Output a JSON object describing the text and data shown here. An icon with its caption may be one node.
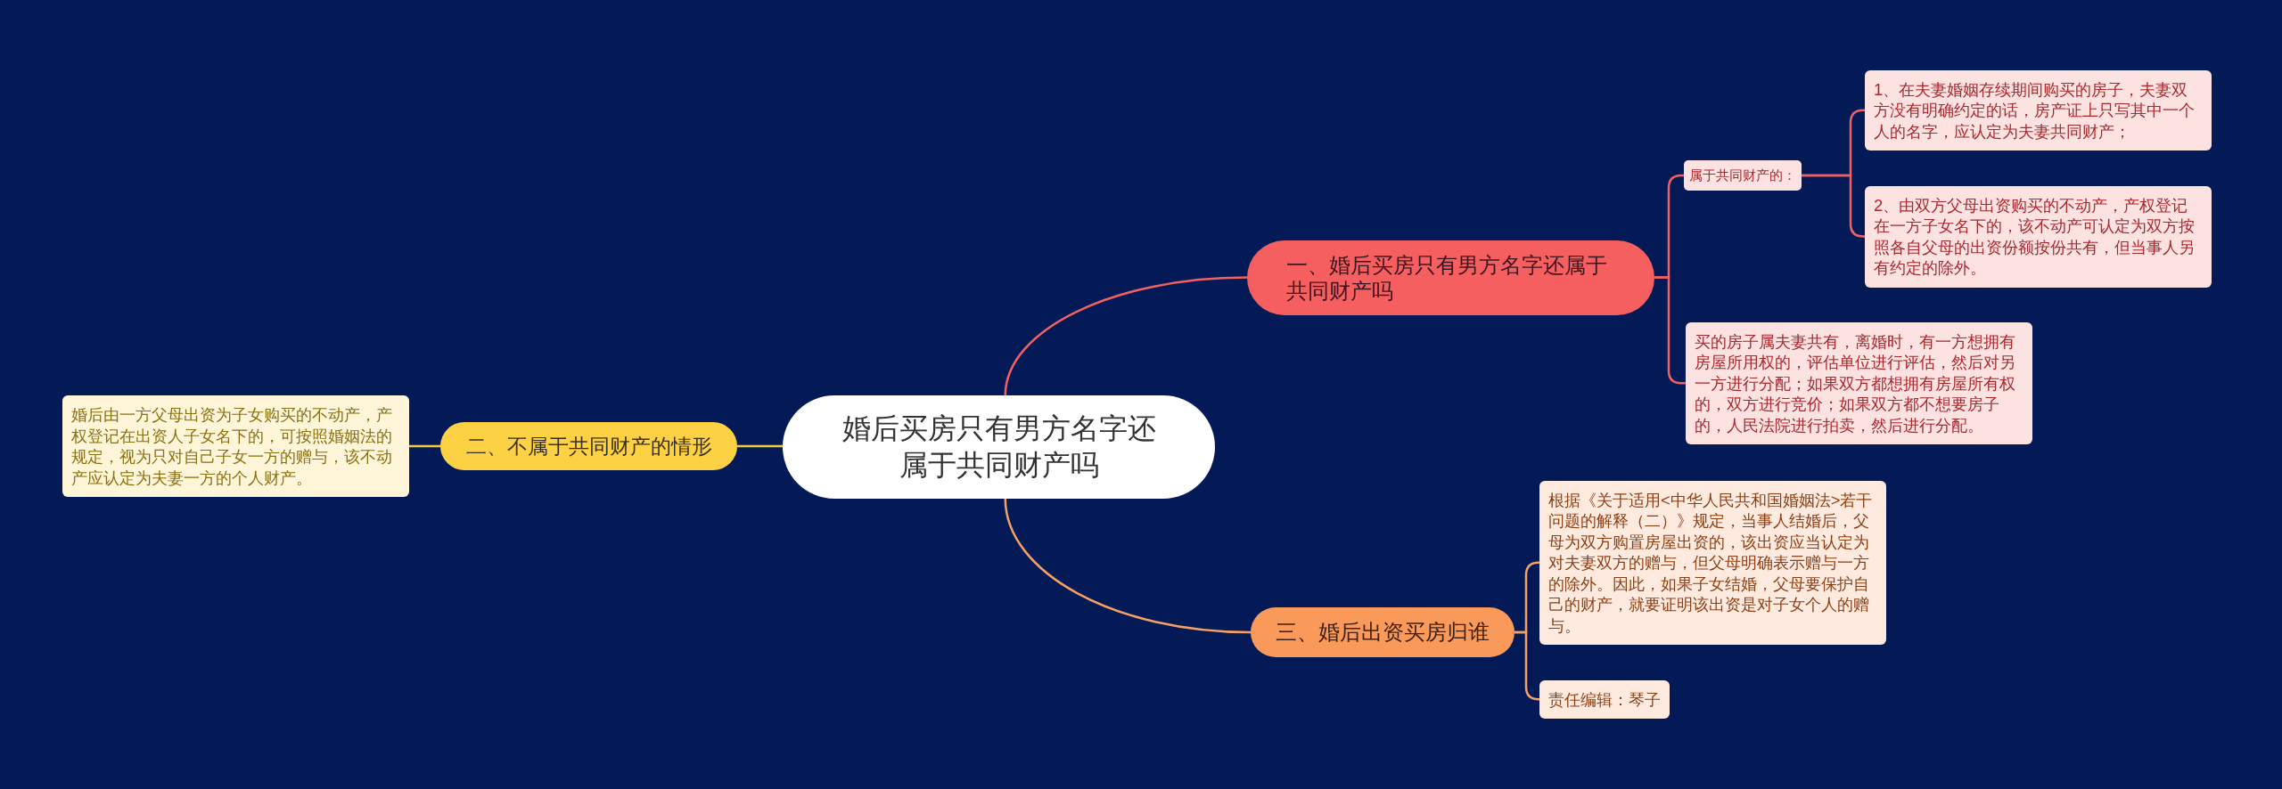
{
  "diagram": {
    "nodes": [
      {
        "text": [
          "婚后买房只有男方名字还属于共同财产吗"
        ]
      },
      {
        "text": [
          "一、婚后买房只有男方名字还属于共同财产吗"
        ]
      },
      {
        "text": [
          "属于共同财产的："
        ]
      },
      {
        "text": [
          "1、在夫妻婚姻存续期间购买的房子，夫妻双方没有明确约定的话，房产证上只写其中一个人的名字，应认定为夫妻共同财产；"
        ]
      },
      {
        "text": [
          "2、由双方父母出资购买的不动产，产权登记在一方子女名下的，该不动产可认定为双方按照各自父母的出资份额按份共有，但当事人另有约定的除外。"
        ]
      },
      {
        "text": [
          "买的房子属夫妻共有，离婚时，有一方想拥有房屋所用权的，评估单位进行评估，然后对另一方进行分配；如果双方都想拥有房屋所有权的，双方进行竞价；如果双方都不想要房子的，人民法院进行拍卖，然后进行分配。"
        ]
      },
      {
        "text": [
          "二、不属于共同财产的情形"
        ]
      },
      {
        "text": [
          "婚后由一方父母出资为子女购买的不动产，产权登记在出资人子女名下的，可按照婚姻法的规定，视为只对自己子女一方的赠与，该不动产应认定为夫妻一方的个人财产。"
        ]
      },
      {
        "text": [
          "三、婚后出资买房归谁"
        ]
      },
      {
        "text": [
          "根据《关于适用<中华人民共和国婚姻法>若干问题的解释（二）》规定，当事人结婚后，父母为双方购置房屋出资的，该出资应当认定为对夫妻双方的赠与，但父母明确表示赠与一方的除外。因此，如果子女结婚，父母要保护自己的财产，就要证明该出资是对子女个人的赠与。"
        ]
      },
      {
        "text": [
          "责任编辑：琴子"
        ]
      }
    ],
    "edges": [
      {
        "from": 0,
        "to": 1,
        "arrow": "none"
      },
      {
        "from": 1,
        "to": 2,
        "arrow": "none"
      },
      {
        "from": 2,
        "to": 3,
        "arrow": "none"
      },
      {
        "from": 2,
        "to": 4,
        "arrow": "none"
      },
      {
        "from": 1,
        "to": 5,
        "arrow": "none"
      },
      {
        "from": 0,
        "to": 6,
        "arrow": "none",
        "color": "#f5c93f"
      },
      {
        "from": 6,
        "to": 7,
        "arrow": "none",
        "color": "#f5c93f"
      },
      {
        "from": 0,
        "to": 8,
        "arrow": "none",
        "color": "#f7a065"
      },
      {
        "from": 8,
        "to": 9,
        "arrow": "none",
        "color": "#f7a065"
      },
      {
        "from": 8,
        "to": 10,
        "arrow": "none",
        "color": "#f7a065"
      }
    ]
  }
}
